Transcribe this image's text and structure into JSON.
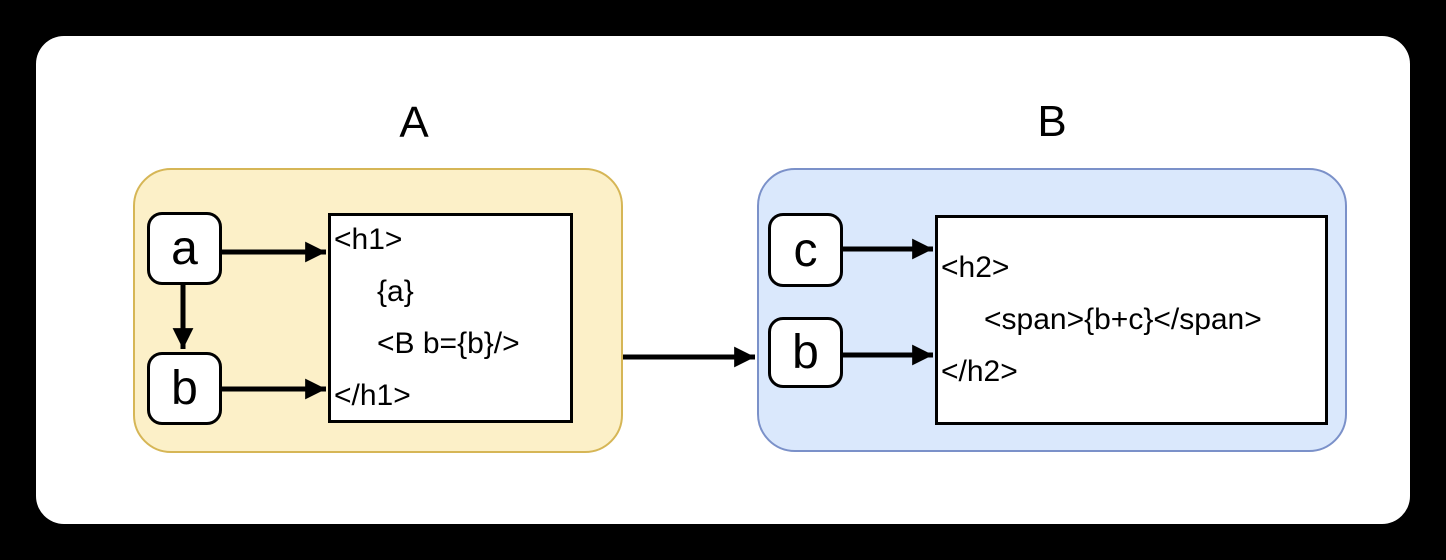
{
  "diagram": {
    "groups": [
      {
        "title": "A",
        "fill": "#FCF0C8",
        "border_color": "#D6B656",
        "nodes": [
          {
            "label": "a"
          },
          {
            "label": "b"
          }
        ],
        "code_lines": [
          "<h1>",
          "{a}",
          "<B b={b}/>",
          "</h1>"
        ]
      },
      {
        "title": "B",
        "fill": "#DAE8FC",
        "border_color": "#7B91C9",
        "nodes": [
          {
            "label": "c"
          },
          {
            "label": "b"
          }
        ],
        "code_lines": [
          "<h2>",
          "<span>{b+c}</span>",
          "</h2>"
        ]
      }
    ],
    "edges": [
      {
        "from": "a",
        "to": "template-A"
      },
      {
        "from": "a",
        "to": "b"
      },
      {
        "from": "b",
        "to": "template-A"
      },
      {
        "from": "component-A",
        "to": "component-B"
      },
      {
        "from": "c",
        "to": "template-B"
      },
      {
        "from": "b",
        "to": "template-B"
      }
    ],
    "arrow_color": "#000000"
  }
}
